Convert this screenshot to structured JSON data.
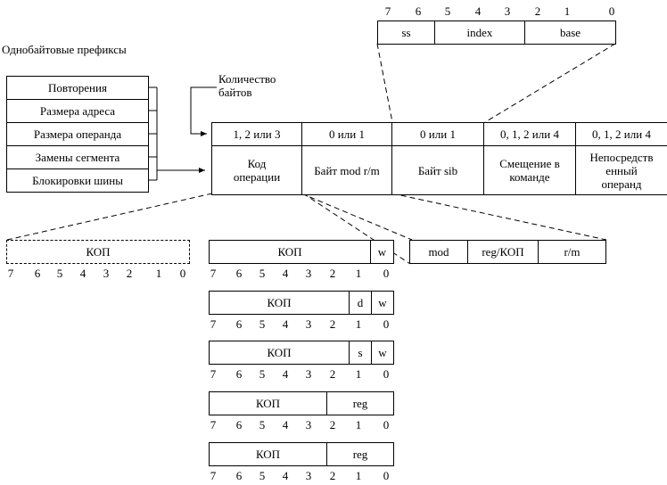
{
  "sib": {
    "bits": [
      "7",
      "6",
      "5",
      "4",
      "3",
      "2",
      "1",
      "0"
    ],
    "fields": [
      "ss",
      "index",
      "base"
    ]
  },
  "prefixes": {
    "title": "Однобайтовые префиксы",
    "items": [
      "Повторения",
      "Размера адреса",
      "Размера операнда",
      "Замены сегмента",
      "Блокировки шины"
    ]
  },
  "bytes_count_label": [
    "Количество",
    "байтов"
  ],
  "instruction": {
    "counts": [
      "1, 2 или 3",
      "0 или 1",
      "0 или 1",
      "0, 1, 2 или 4",
      "0, 1, 2 или 4"
    ],
    "fields": [
      [
        "Код",
        "операции"
      ],
      [
        "Байт mod r/m"
      ],
      [
        "Байт sib"
      ],
      [
        "Смещение в",
        "команде"
      ],
      [
        "Непосредств",
        "енный",
        "операнд"
      ]
    ]
  },
  "opcode_formats": {
    "dashed": {
      "label": "КОП"
    },
    "bits": [
      "7",
      "6",
      "5",
      "4",
      "3",
      "2",
      "1",
      "0"
    ],
    "variants": [
      {
        "main": "КОП",
        "extra": [
          "w"
        ]
      },
      {
        "main": "КОП",
        "extra": [
          "d",
          "w"
        ]
      },
      {
        "main": "КОП",
        "extra": [
          "s",
          "w"
        ]
      },
      {
        "main": "КОП",
        "extra": [
          "reg"
        ]
      },
      {
        "main": "КОП",
        "extra": [
          "reg"
        ]
      }
    ]
  },
  "modrm": {
    "fields": [
      "mod",
      "reg/КОП",
      "r/m"
    ]
  }
}
